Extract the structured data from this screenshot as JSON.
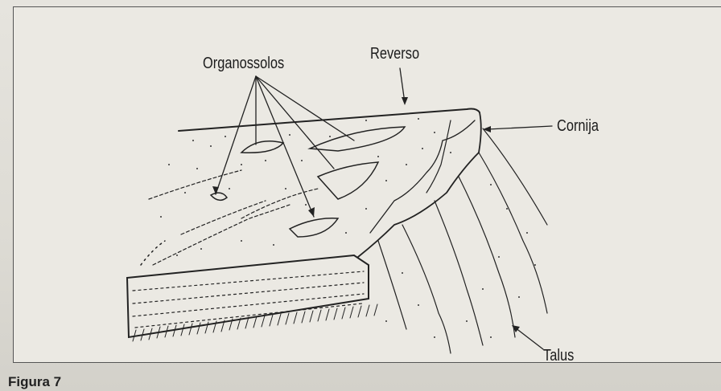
{
  "labels": {
    "organossolos": "Organossolos",
    "reverso": "Reverso",
    "cornija": "Cornija",
    "talus": "Talus"
  },
  "caption": "Figura 7"
}
